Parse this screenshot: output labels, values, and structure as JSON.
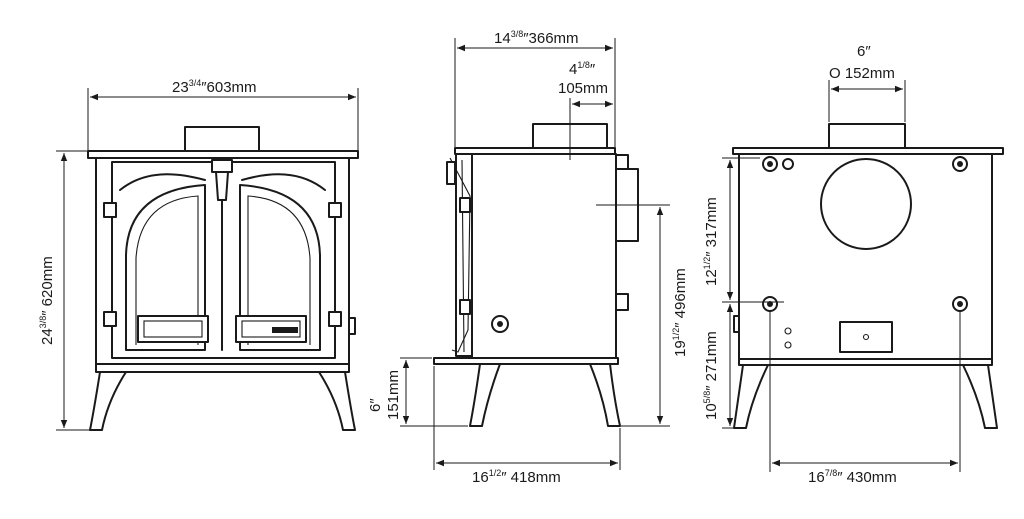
{
  "front_view": {
    "width_in": "23",
    "width_in_frac": "3/4",
    "width_mm": "″603mm",
    "height_in": "24",
    "height_in_frac": "3/8",
    "height_mm": "″ 620mm"
  },
  "side_view": {
    "depth_in": "14",
    "depth_in_frac": "3/8",
    "depth_mm": "″366mm",
    "flue_offset_in": "4",
    "flue_offset_in_frac": "1/8",
    "flue_offset_in_mark": "″",
    "flue_offset_mm": "105mm",
    "flue_height_in": "19",
    "flue_height_in_frac": "1/2",
    "flue_height_mm": "″ 496mm",
    "leg_height_in": "6″",
    "leg_height_mm": "151mm",
    "base_depth_in": "16",
    "base_depth_in_frac": "1/2",
    "base_depth_mm": "″ 418mm"
  },
  "rear_view": {
    "flue_dia_in": "6″",
    "flue_dia_mm": "O 152mm",
    "upper_height_in": "12",
    "upper_height_in_frac": "1/2",
    "upper_height_mm": "″ 317mm",
    "lower_height_in": "10",
    "lower_height_in_frac": "5/8",
    "lower_height_mm": "″ 271mm",
    "width_in": "16",
    "width_in_frac": "7/8",
    "width_mm": "″ 430mm"
  }
}
